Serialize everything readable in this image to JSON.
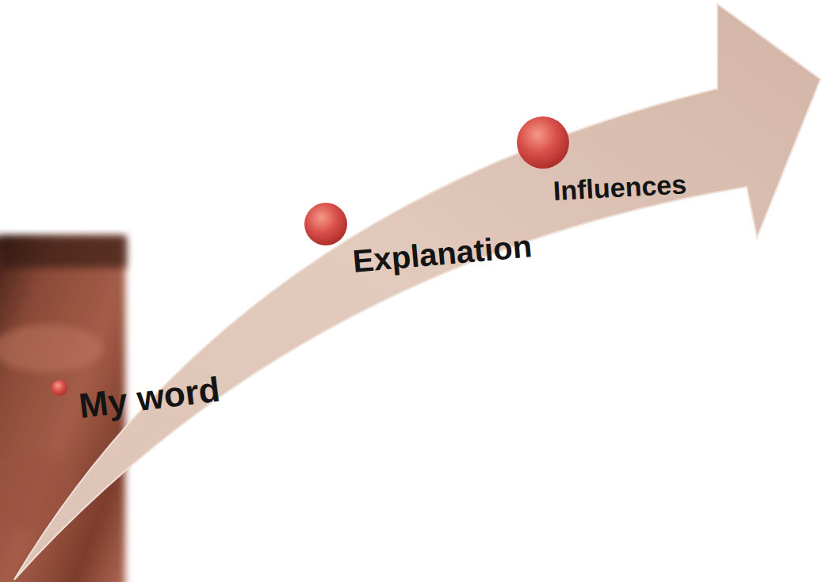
{
  "diagram": {
    "labels": [
      "My word",
      "Explanation",
      "Influences"
    ]
  }
}
